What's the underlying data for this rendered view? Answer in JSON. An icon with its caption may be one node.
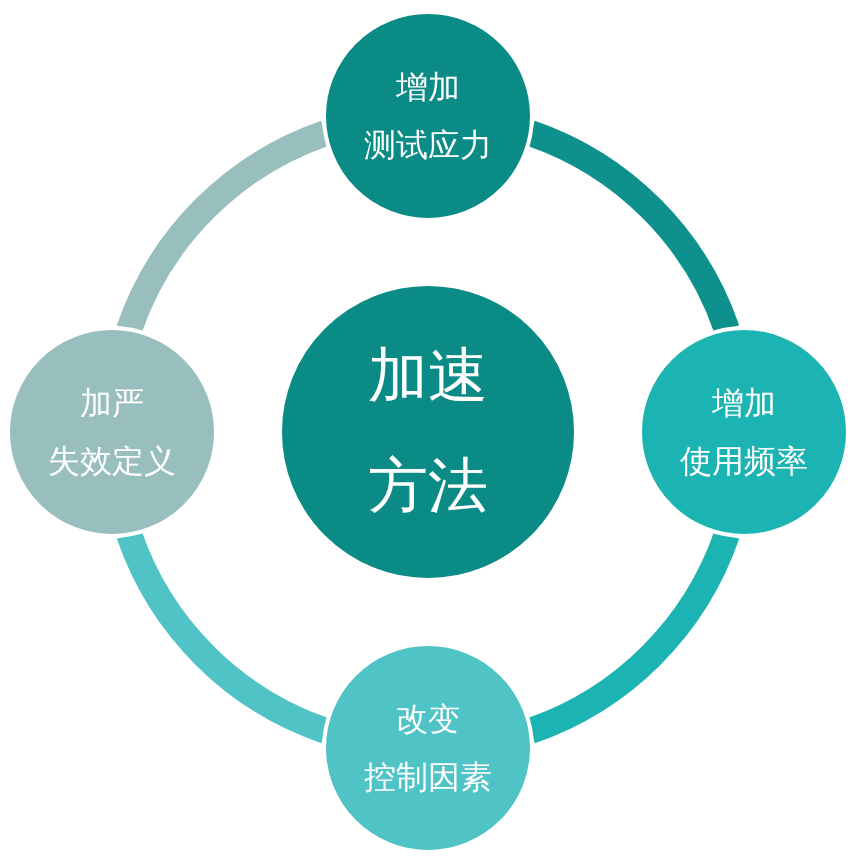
{
  "diagram": {
    "nodes": [
      {
        "text": [
          "增加测试应力"
        ]
      },
      {
        "text": [
          "加严失效定义"
        ]
      },
      {
        "text": [
          "加速方法"
        ]
      },
      {
        "text": [
          "增加使用频率"
        ]
      },
      {
        "text": [
          "改变控制因素"
        ]
      }
    ],
    "edges": [
      {
        "from": 0,
        "to": 3,
        "arrow": "none",
        "color": "#0e918c"
      },
      {
        "from": 3,
        "to": 4,
        "arrow": "none",
        "color": "#1cb3b3"
      },
      {
        "from": 4,
        "to": 1,
        "arrow": "none",
        "color": "#4fc3c5"
      },
      {
        "from": 1,
        "to": 0,
        "arrow": "none",
        "color": "#98bfbe"
      }
    ]
  }
}
